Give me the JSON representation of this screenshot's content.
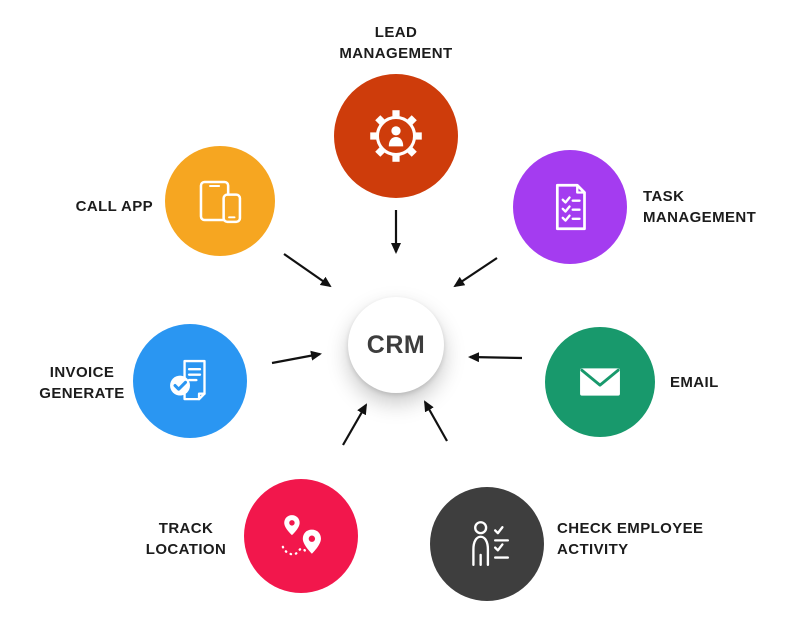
{
  "diagram": {
    "title": "CRM Features Diagram",
    "label_color": "#1c1c1c",
    "arrow_color": "#111111",
    "center": {
      "label": "CRM",
      "color": "#ffffff",
      "text_color": "#3d3d3d"
    },
    "nodes": [
      {
        "id": "lead-management",
        "label": "LEAD\nMANAGEMENT",
        "color": "#ce3c0b",
        "icon": "gear-person-icon"
      },
      {
        "id": "task-management",
        "label": "TASK\nMANAGEMENT",
        "color": "#a43cf0",
        "icon": "checklist-document-icon"
      },
      {
        "id": "email",
        "label": "EMAIL",
        "color": "#18996c",
        "icon": "envelope-icon"
      },
      {
        "id": "check-employee-activity",
        "label": "CHECK EMPLOYEE\nACTIVITY",
        "color": "#3e3e3e",
        "icon": "person-checklist-icon"
      },
      {
        "id": "track-location",
        "label": "TRACK\nLOCATION",
        "color": "#f2174c",
        "icon": "map-pins-route-icon"
      },
      {
        "id": "invoice-generate",
        "label": "INVOICE\nGENERATE",
        "color": "#2a96f2",
        "icon": "invoice-check-icon"
      },
      {
        "id": "call-app",
        "label": "CALL APP",
        "color": "#f6a621",
        "icon": "tablet-phone-icon"
      }
    ]
  }
}
